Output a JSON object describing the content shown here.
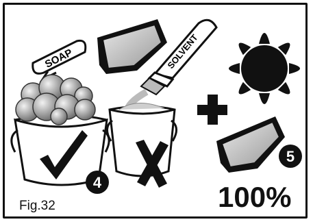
{
  "figure_label": "Fig.32",
  "percent_text": "100%",
  "soap_label": "SOAP",
  "solvent_label": "SOLVENT",
  "step_4": "4",
  "step_5": "5",
  "plus_symbol": "+",
  "icons": [
    "sun-icon",
    "filter-pad-icon",
    "bucket-icon",
    "check-icon",
    "cross-icon"
  ]
}
